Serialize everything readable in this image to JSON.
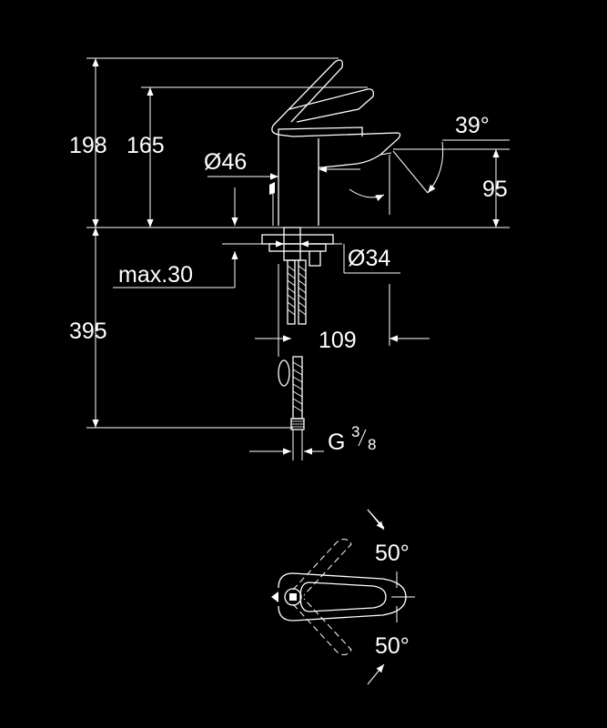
{
  "dimensions": {
    "height_total": "198",
    "height_spout": "165",
    "body_diameter": "Ø46",
    "lever_angle": "39°",
    "spout_height": "95",
    "mount_diameter": "Ø34",
    "max_thickness": "max.30",
    "hose_length": "395",
    "spout_reach": "109",
    "connection_thread": "G",
    "connection_num": "3",
    "connection_den": "8",
    "rotation_upper": "50°",
    "rotation_lower": "50°"
  }
}
